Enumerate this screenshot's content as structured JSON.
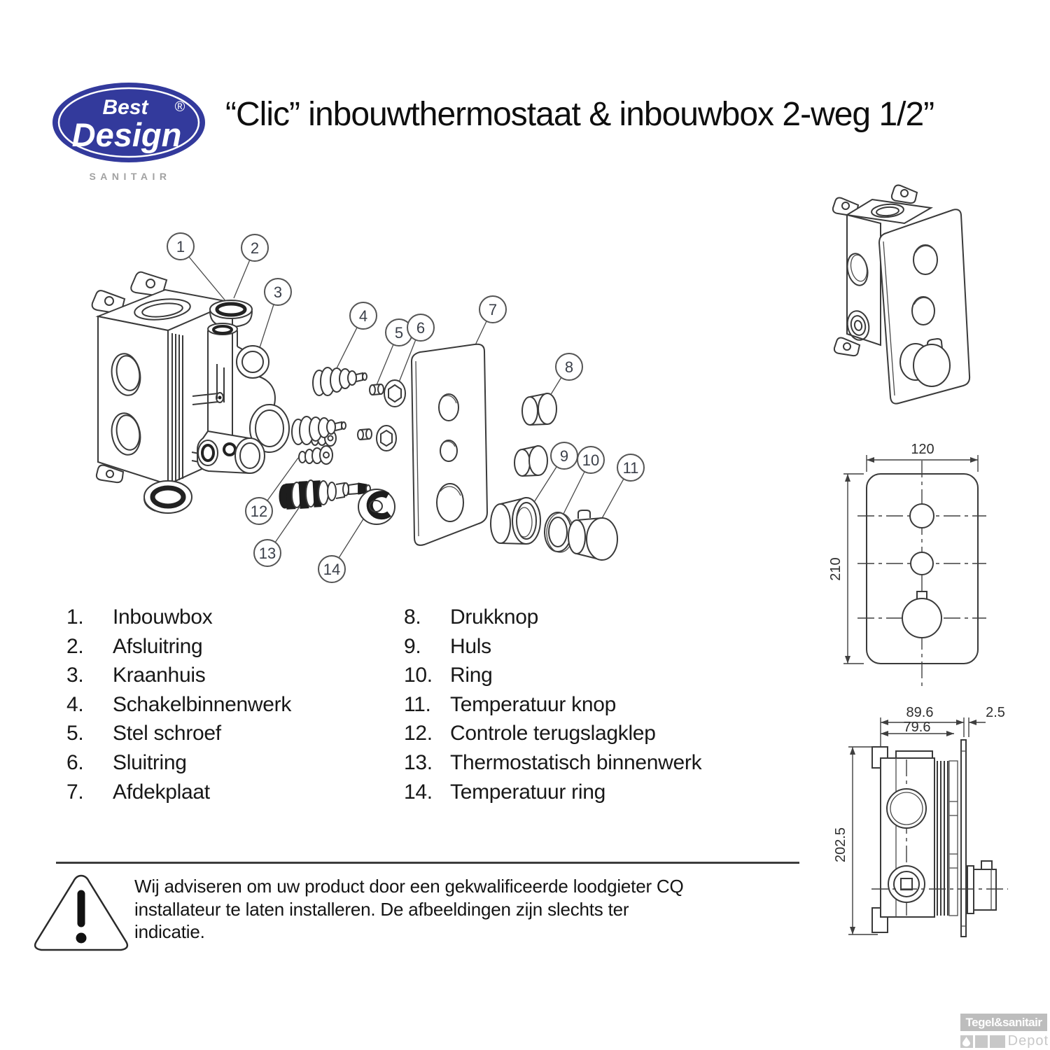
{
  "header": {
    "logo": {
      "brand_line1": "Best",
      "brand_line2": "Design",
      "registered_mark": "®",
      "tagline": "SANITAIR",
      "oval_color": "#333a9c",
      "tagline_color": "#a2a2a2"
    },
    "title": "“Clic” inbouwthermostaat & inbouwbox 2-weg 1/2”"
  },
  "exploded_view": {
    "callouts": [
      "1",
      "2",
      "3",
      "4",
      "5",
      "6",
      "7",
      "8",
      "9",
      "10",
      "11",
      "12",
      "13",
      "14"
    ]
  },
  "dimension_views": {
    "front": {
      "width": "120",
      "height": "210"
    },
    "side": {
      "outer_depth": "89.6",
      "inner_depth": "79.6",
      "plate_thickness": "2.5",
      "height": "202.5"
    }
  },
  "parts_list": {
    "column1": [
      {
        "num": "1.",
        "label": "Inbouwbox"
      },
      {
        "num": "2.",
        "label": "Afsluitring"
      },
      {
        "num": "3.",
        "label": "Kraanhuis"
      },
      {
        "num": "4.",
        "label": "Schakelbinnenwerk"
      },
      {
        "num": "5.",
        "label": "Stel schroef"
      },
      {
        "num": "6.",
        "label": "Sluitring"
      },
      {
        "num": "7.",
        "label": "Afdekplaat"
      }
    ],
    "column2": [
      {
        "num": "8.",
        "label": "Drukknop"
      },
      {
        "num": "9.",
        "label": "Huls"
      },
      {
        "num": "10.",
        "label": "Ring"
      },
      {
        "num": "11.",
        "label": "Temperatuur knop"
      },
      {
        "num": "12.",
        "label": "Controle terugslagklep"
      },
      {
        "num": "13.",
        "label": "Thermostatisch binnenwerk"
      },
      {
        "num": "14.",
        "label": "Temperatuur ring"
      }
    ]
  },
  "warning": {
    "lines": [
      "Wij adviseren om uw product door een gekwalificeerde loodgieter CQ",
      "installateur te laten installeren. De afbeeldingen zijn slechts ter",
      "indicatie."
    ]
  },
  "watermark": {
    "line1": "Tegel&sanitair",
    "line2": "Depot"
  }
}
